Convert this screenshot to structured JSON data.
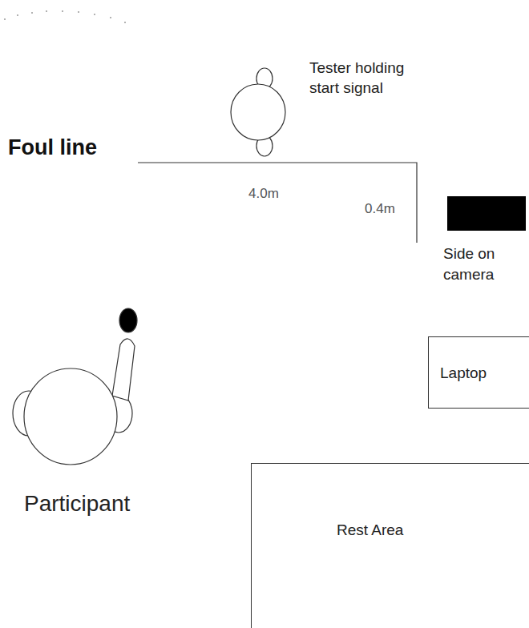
{
  "diagram": {
    "nodes": [
      {
        "text": [
          "Laptop"
        ]
      },
      {
        "text": [
          "Rest Area"
        ]
      }
    ],
    "labels": [
      "Tester holding start signal",
      "Foul line",
      "4.0m",
      "0.4m",
      "Side on camera",
      "Participant"
    ]
  }
}
